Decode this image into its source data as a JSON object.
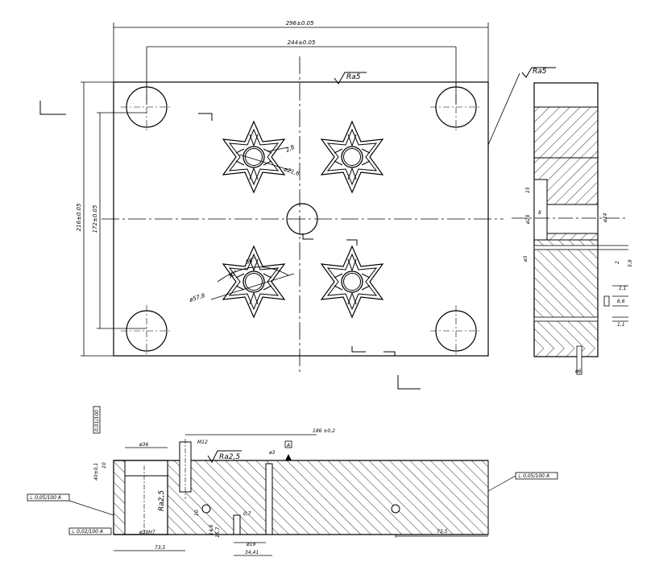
{
  "drawing": {
    "top_view": {
      "overall_width": "296±0.05",
      "hole_spacing_x": "244±0.05",
      "overall_height": "216±0.05",
      "hole_spacing_y": "172±0.05",
      "surface_roughness": "Ra5",
      "annotations": {
        "width_2_8": "2,8",
        "diameter_21_6": "ø21,6",
        "angle_60": "60°",
        "angle_30": "30°",
        "diameter_57_8": "ø57,8"
      }
    },
    "side_view": {
      "surface_roughness": "Ra5",
      "dims": {
        "d15": "15",
        "d8": "8",
        "d28": "ø28",
        "d24": "ø24",
        "d3": "ø3",
        "d2": "2",
        "d5_9": "5,9",
        "d1_1_a": "1,1",
        "d6_6": "6,6",
        "d1_1_b": "1,1",
        "d6": "ø6"
      }
    },
    "section_view": {
      "parallelism": "0,01/100",
      "dim_186": "186 ±0,2",
      "dim_36": "ø36",
      "thread": "M12",
      "roughness_2_5": "Ra2,5",
      "datum": "A",
      "dim_3": "ø3",
      "dim_10": "10",
      "dim_40": "40±0,1",
      "perp_left": "⊥ 0,05/100 A",
      "perp_right": "⊥ 0,05/100 A",
      "perp_bottom": "⊥ 0,02/100 A",
      "dim_30h7": "ø30H7",
      "dim_73_5_left": "73,5",
      "dim_14_8": "14,8",
      "dim_15_7": "15,7",
      "dim_0_7": "0,7",
      "dim_19": "ø19",
      "dim_34_41": "34,41",
      "dim_73_5_right": "73,5",
      "dim_10_small": "10"
    }
  }
}
